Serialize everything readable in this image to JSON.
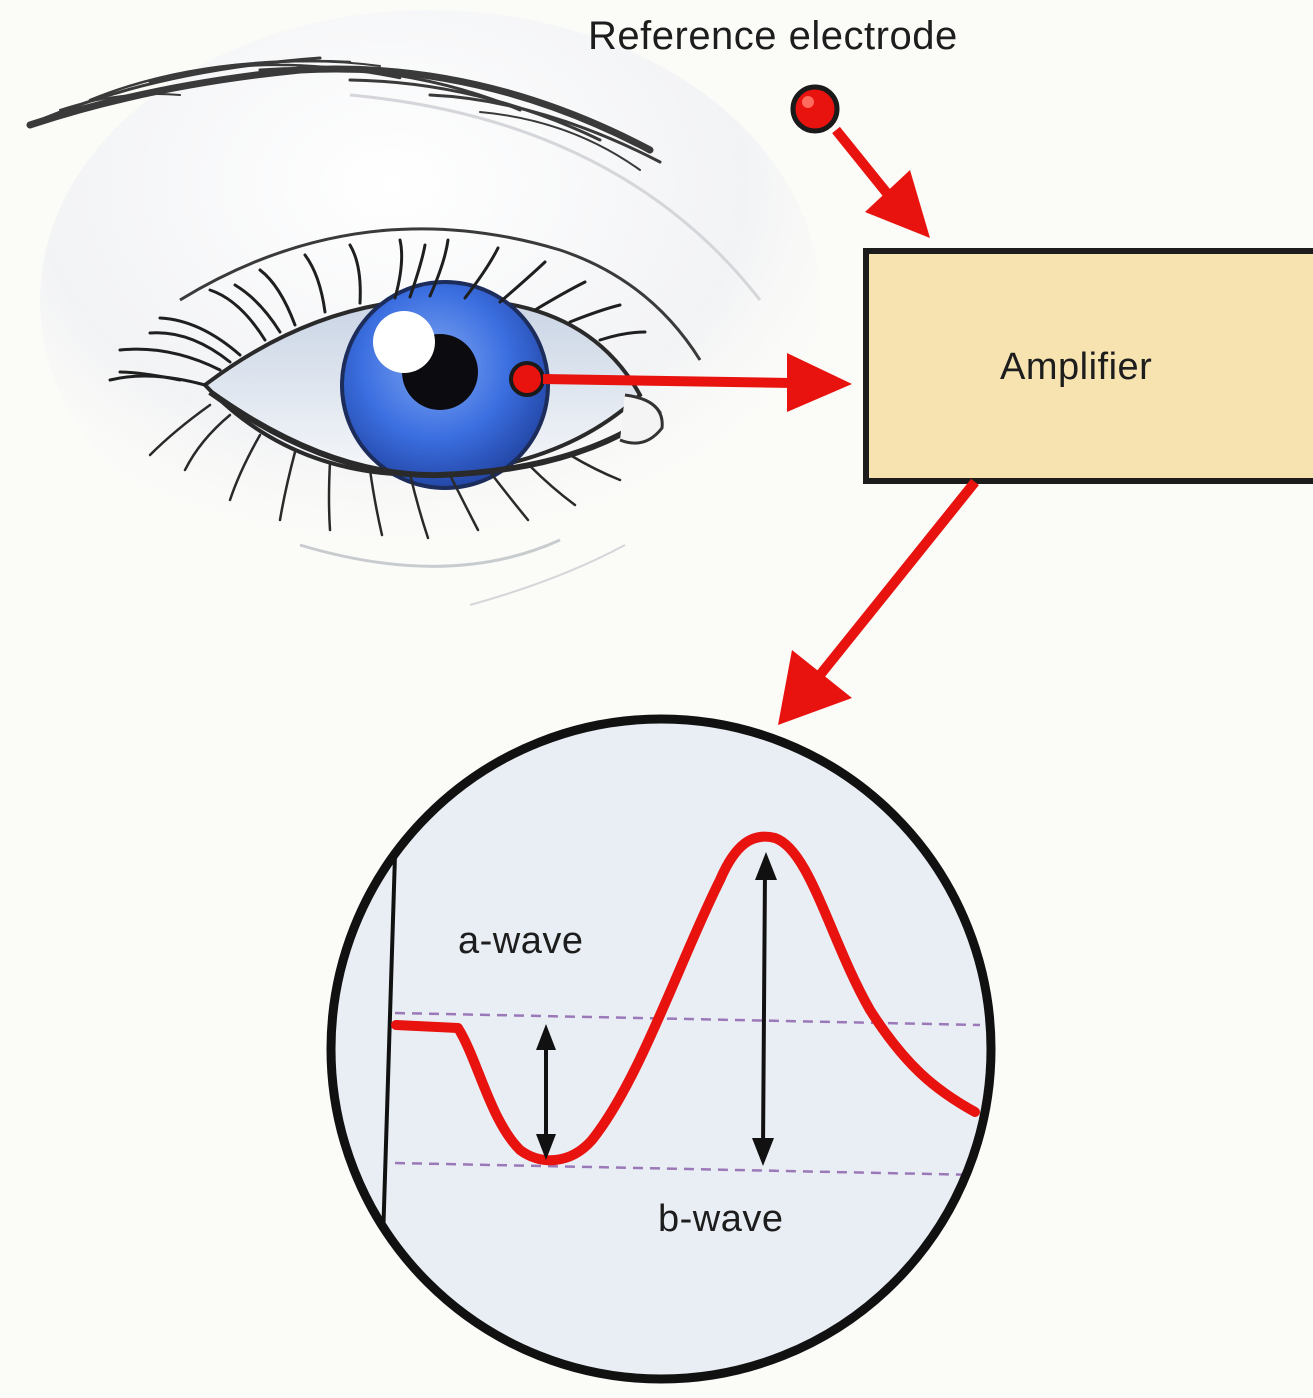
{
  "labels": {
    "reference_electrode": "Reference electrode",
    "amplifier": "Amplifier",
    "a_wave": "a-wave",
    "b_wave": "b-wave"
  },
  "colors": {
    "signal": "#e8130f",
    "iris": "#3b6ee0",
    "amplifier_fill": "#f6e3b0",
    "scope_fill": "#e9eef5",
    "dash": "#9b79b8"
  }
}
